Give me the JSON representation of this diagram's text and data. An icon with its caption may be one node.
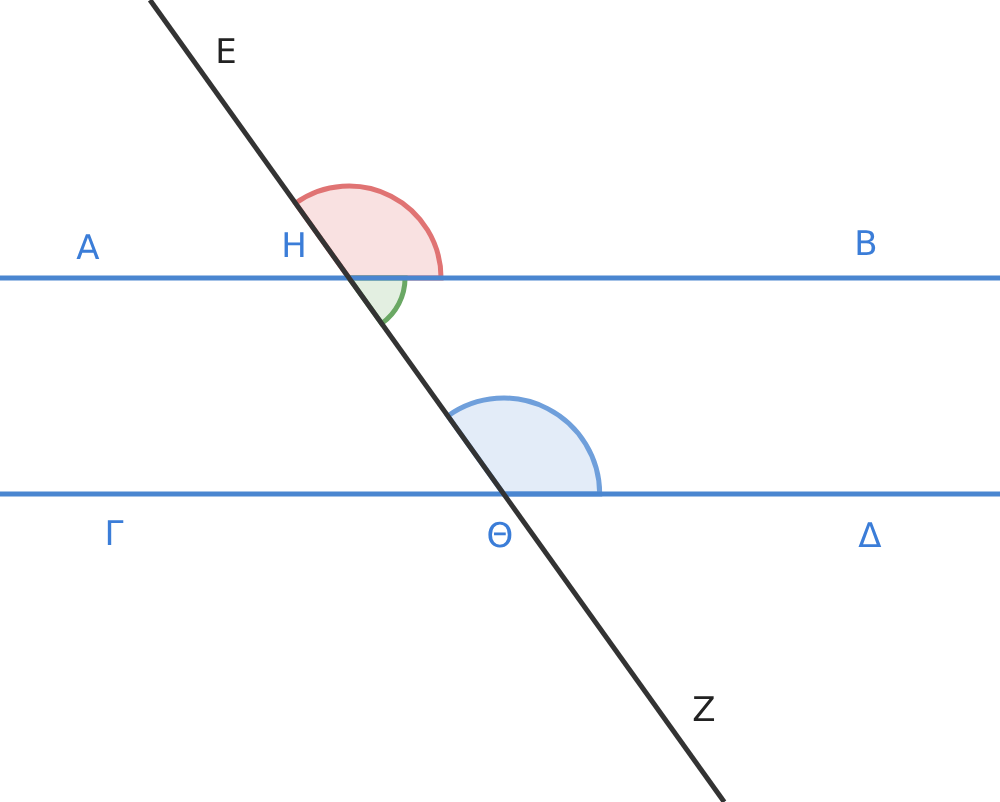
{
  "diagram": {
    "labels": [
      "Ε",
      "Α",
      "Η",
      "Β",
      "Γ",
      "Θ",
      "Δ",
      "Ζ"
    ]
  }
}
